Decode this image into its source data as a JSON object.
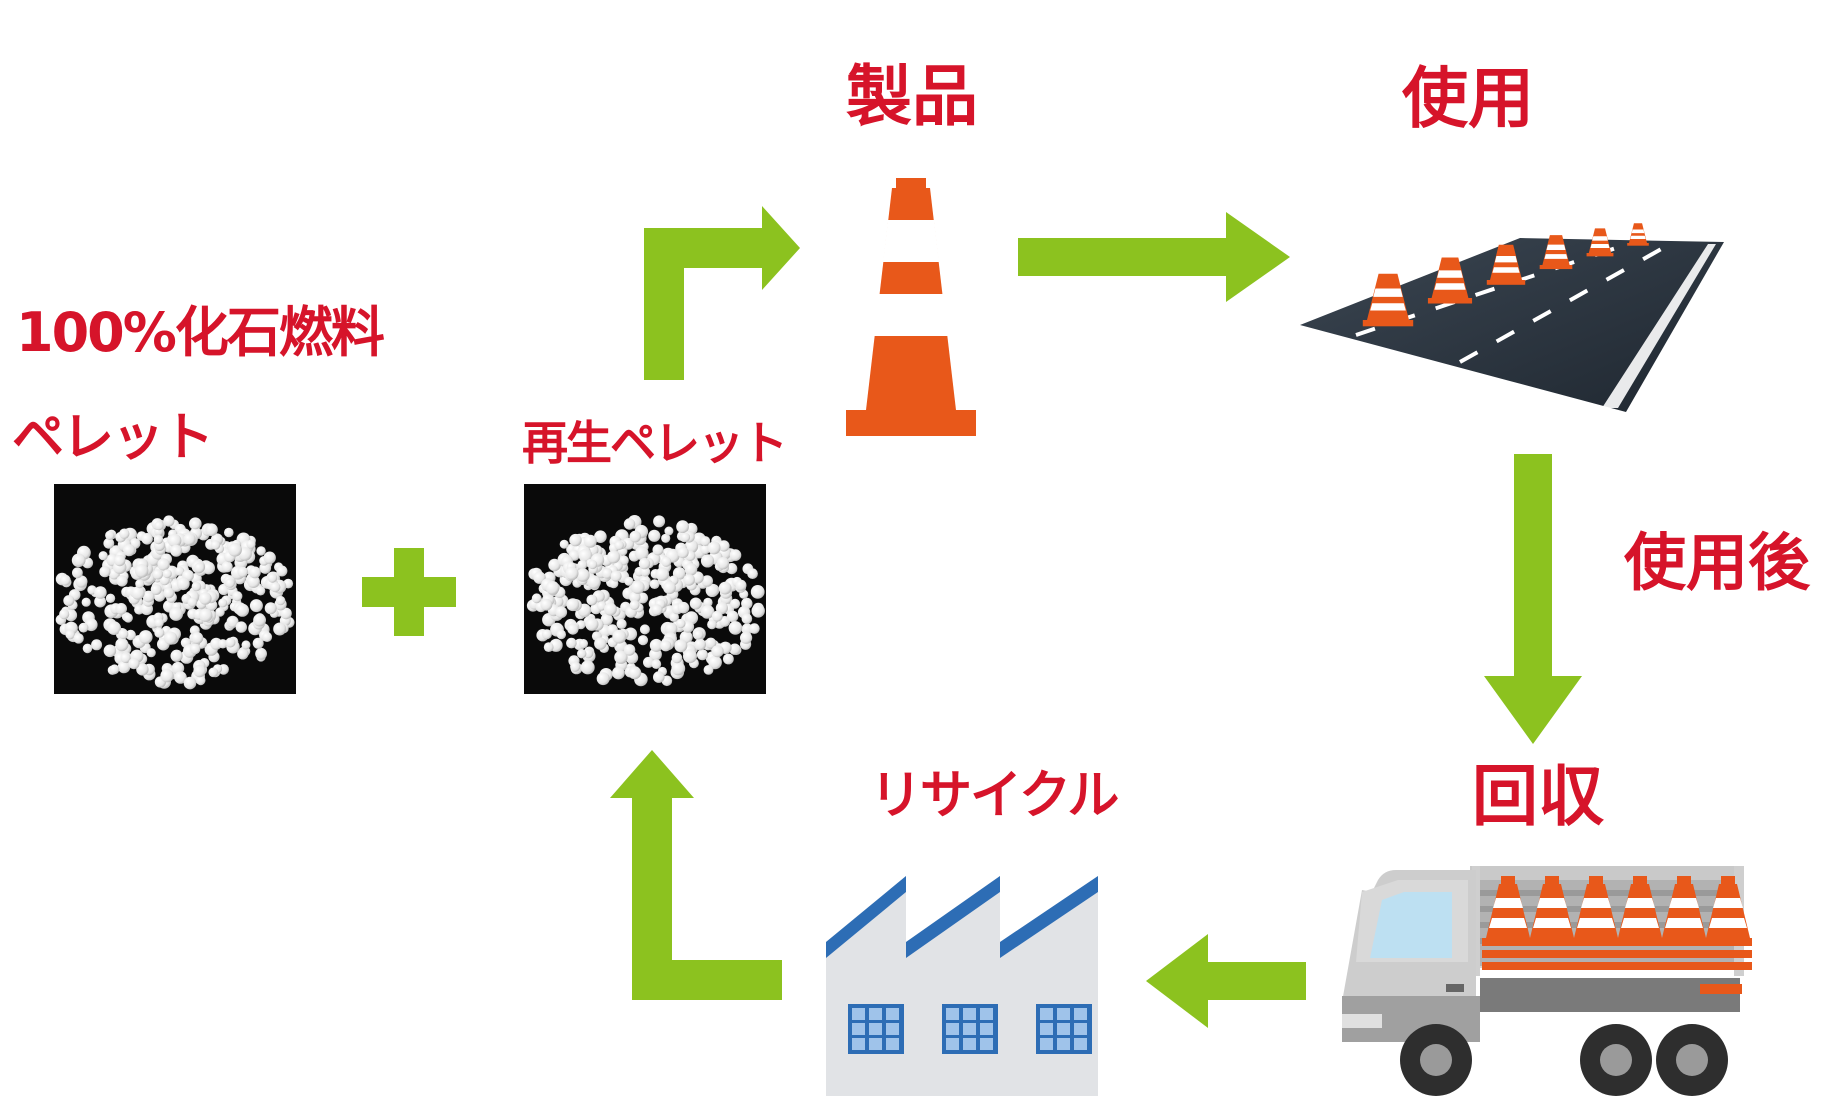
{
  "labels": {
    "fossil": "100%化石燃料",
    "pellet": "ペレット",
    "recycled_pellet": "再生ペレット",
    "product": "製品",
    "use": "使用",
    "after_use": "使用後",
    "collection": "回収",
    "recycle": "リサイクル"
  },
  "colors": {
    "label": "#d6142a",
    "arrow": "#8cc21f",
    "cone_orange": "#e8581a",
    "factory_blue": "#2d6db5"
  }
}
